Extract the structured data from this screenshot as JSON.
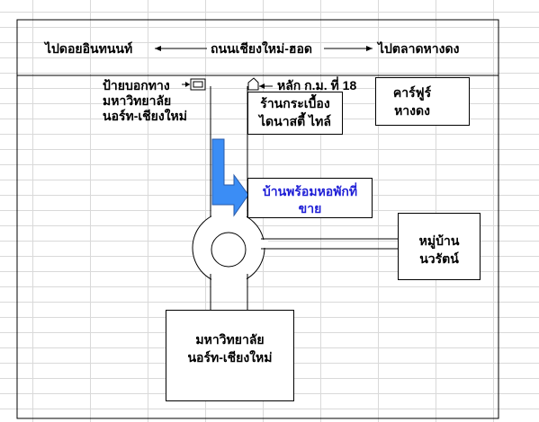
{
  "colors": {
    "grid": "#d9d9d9",
    "line": "#000000",
    "arrow": "#3b8df5",
    "highlight_text": "#1f1fd6"
  },
  "road_labels": {
    "left": "ไปดอยอินทนนท์",
    "center": "ถนนเชียงใหม่-ฮอด",
    "right": "ไปตลาดหางดง"
  },
  "sign": {
    "line1": "ป้ายบอกทาง",
    "line2": "มหาวิทยาลัย",
    "line3": "นอร์ท-เชียงใหม่"
  },
  "km_marker": "หลัก ก.ม. ที่ 18",
  "tile_shop": {
    "line1": "ร้านกระเบื้อง",
    "line2": "ไดนาสตี้ ไทล์"
  },
  "carrefour": {
    "line1": "คาร์ฟูร์",
    "line2": "หางดง"
  },
  "property": {
    "line1": "บ้านพร้อมหอพักที่",
    "line2": "ขาย"
  },
  "village": {
    "line1": "หมู่บ้าน",
    "line2": "นวรัตน์"
  },
  "university": {
    "line1": "มหาวิทยาลัย",
    "line2": "นอร์ท-เชียงใหม่"
  }
}
